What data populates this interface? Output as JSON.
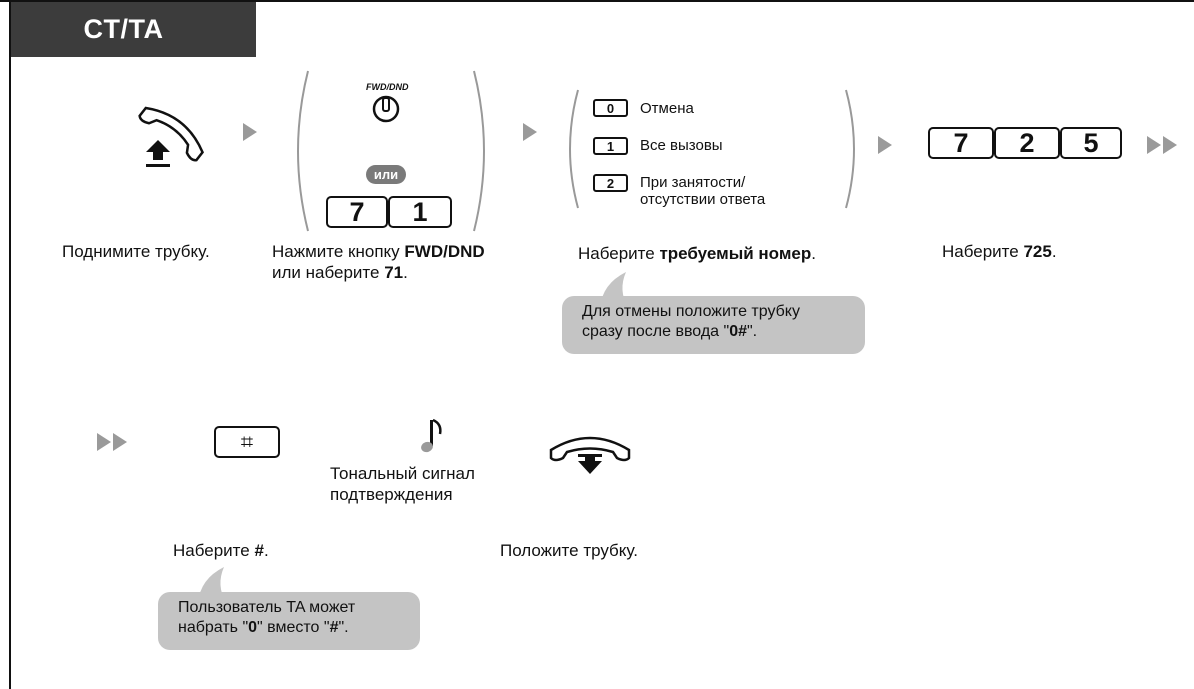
{
  "header": {
    "title": "CT/TA"
  },
  "step1": {
    "label": "Поднимите трубку.",
    "icon": "handset-off-hook-icon"
  },
  "step2": {
    "button_caption": "FWD/DND",
    "or_label": "или",
    "keys": [
      "7",
      "1"
    ],
    "label_prefix": "Нажмите кнопку ",
    "label_bold_button": "FWD/DND",
    "label_line2_prefix": "или наберите ",
    "label_line2_bold": "71",
    "label_line2_suffix": "."
  },
  "step3": {
    "options": [
      {
        "key": "0",
        "text": "Отмена"
      },
      {
        "key": "1",
        "text": "Все вызовы"
      },
      {
        "key": "2",
        "text": "При занятости/",
        "text2": "отсутствии ответа"
      }
    ],
    "label_prefix": "Наберите ",
    "label_bold": "требуемый номер",
    "label_suffix": ".",
    "note_line1": "Для отмены положите трубку",
    "note_line2_prefix": "сразу после ввода \"",
    "note_line2_bold": "0#",
    "note_line2_suffix": "\"."
  },
  "step4": {
    "keys": [
      "7",
      "2",
      "5"
    ],
    "label_prefix": "Наберите ",
    "label_bold": "725",
    "label_suffix": "."
  },
  "step5": {
    "key_symbol": "⌗",
    "label_prefix": "Наберите ",
    "label_bold": "#",
    "label_suffix": ".",
    "note_line1": "Пользователь TA может",
    "note_line2_prefix": "набрать \"",
    "note_line2_bold1": "0",
    "note_line2_mid": "\" вместо \"",
    "note_line2_bold2": "#",
    "note_line2_suffix": "\"."
  },
  "step6": {
    "tone_line1": "Тональный сигнал",
    "tone_line2": "подтверждения",
    "icon": "music-note-icon"
  },
  "step7": {
    "label": "Положите трубку.",
    "icon": "handset-on-hook-icon"
  }
}
